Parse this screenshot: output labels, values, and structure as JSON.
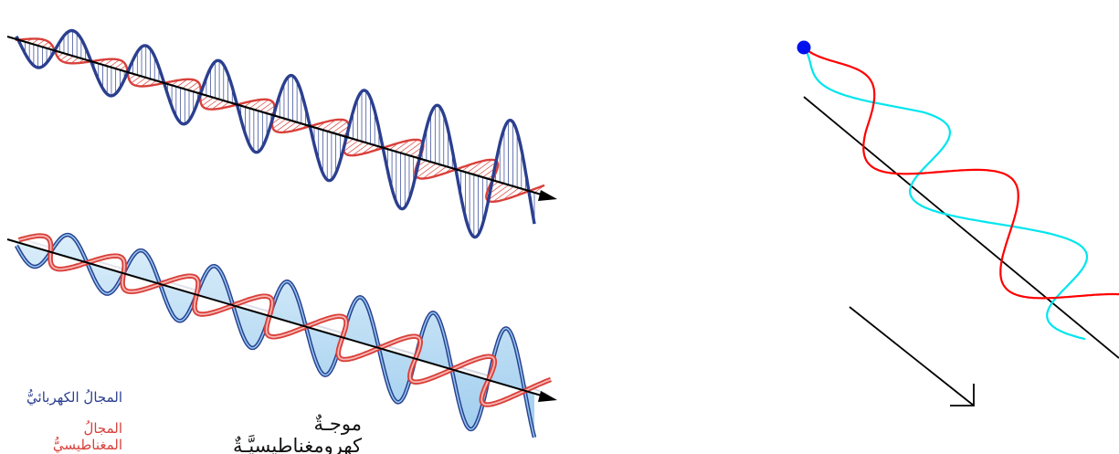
{
  "left_figure": {
    "legend": {
      "electric_field": "المجالُ الكهربائيُّ",
      "magnetic_field": "المجالُ المغناطيسيُّ"
    },
    "caption": "موجـةٌ كهرومغناطيسيَّـةٌ"
  },
  "colors": {
    "electric": "#2b3f8f",
    "electric_fill": "#b7daf2",
    "magnetic": "#d9403a",
    "magnetic_light": "#f3a3a0",
    "axis": "#000000",
    "right_point": "#0011ee",
    "right_red": "#ff0000",
    "right_cyan": "#00e5ee"
  }
}
